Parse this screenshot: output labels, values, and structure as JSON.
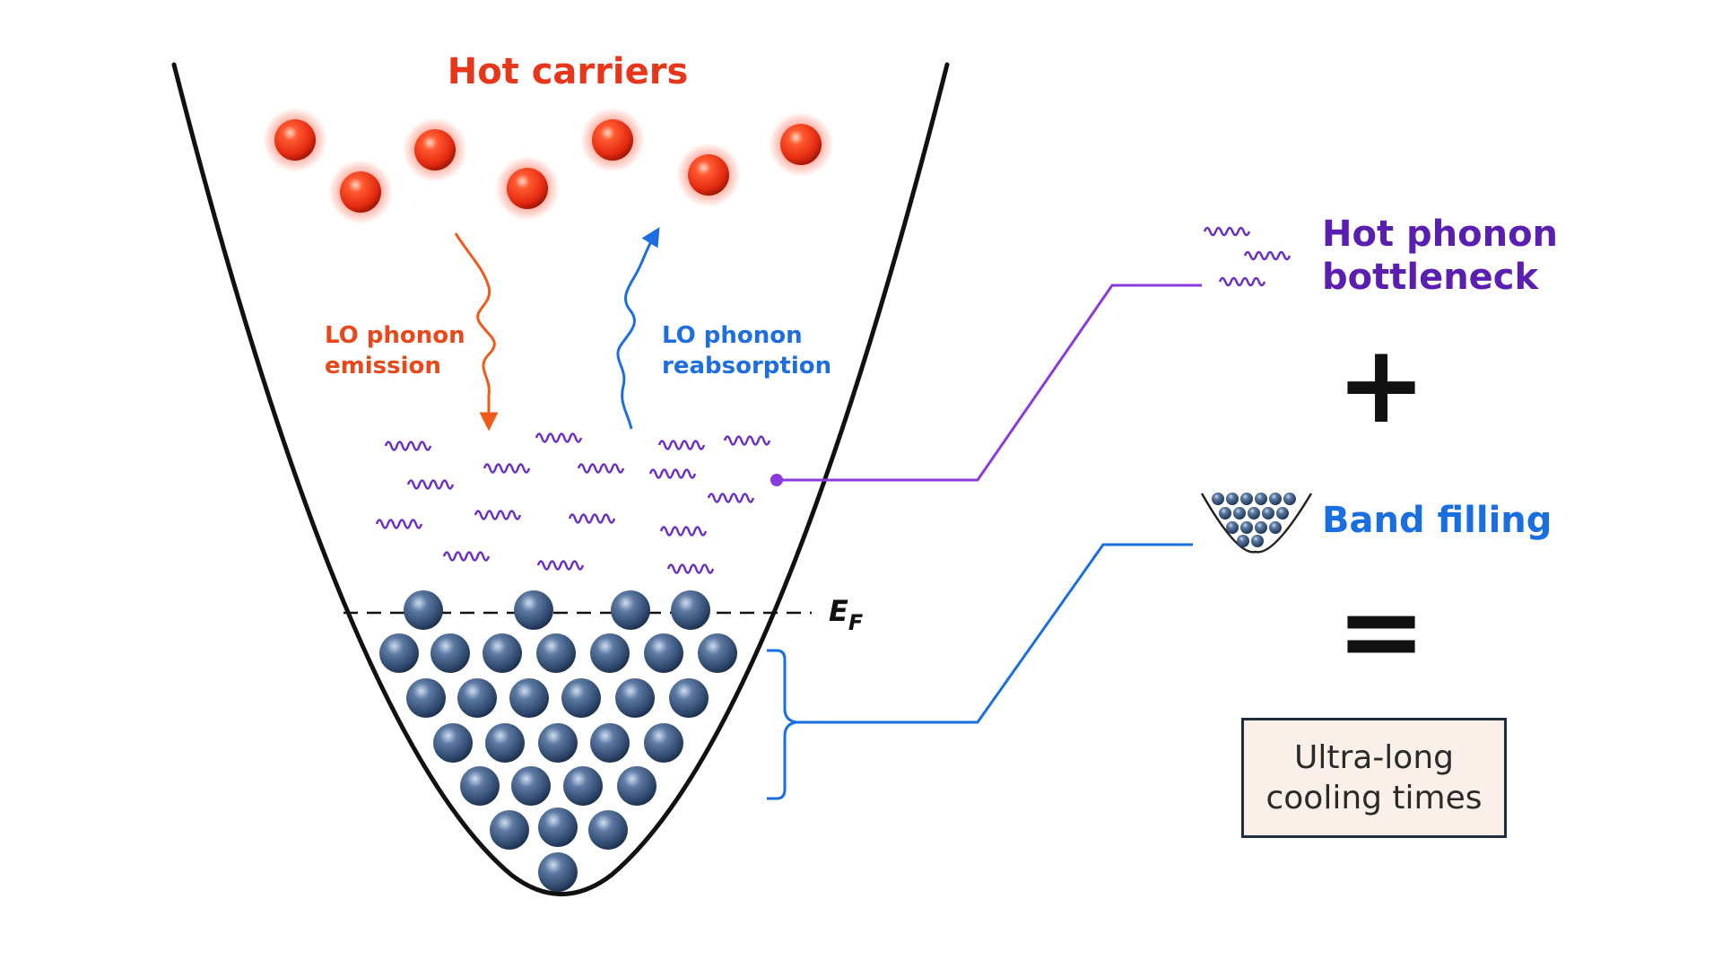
{
  "title": "Hot carriers",
  "processes": {
    "emission": {
      "line1": "LO phonon",
      "line2": "emission"
    },
    "reabsorption": {
      "line1": "LO phonon",
      "line2": "reabsorption"
    }
  },
  "fermi_level": {
    "symbol": "E",
    "subscript": "F"
  },
  "legend": {
    "bottleneck": {
      "line1": "Hot phonon",
      "line2": "bottleneck"
    },
    "plus": "+",
    "band_filling": "Band filling",
    "equals": "=",
    "result": {
      "line1": "Ultra-long",
      "line2": "cooling times"
    }
  },
  "colors": {
    "hot_carrier": "#e8361a",
    "emission": "#f05a1a",
    "reabsorption": "#1e6ee0",
    "phonon": "#6a2fc4",
    "bottleneck_text": "#5a1fb0",
    "band_filling_text": "#1a6fe0",
    "electron": "#3a5478",
    "band_curve": "#111111"
  },
  "icons": [
    "hot-carrier-sphere",
    "phonon-wave-icon",
    "electron-sphere",
    "bracket-icon",
    "band-filling-icon"
  ]
}
